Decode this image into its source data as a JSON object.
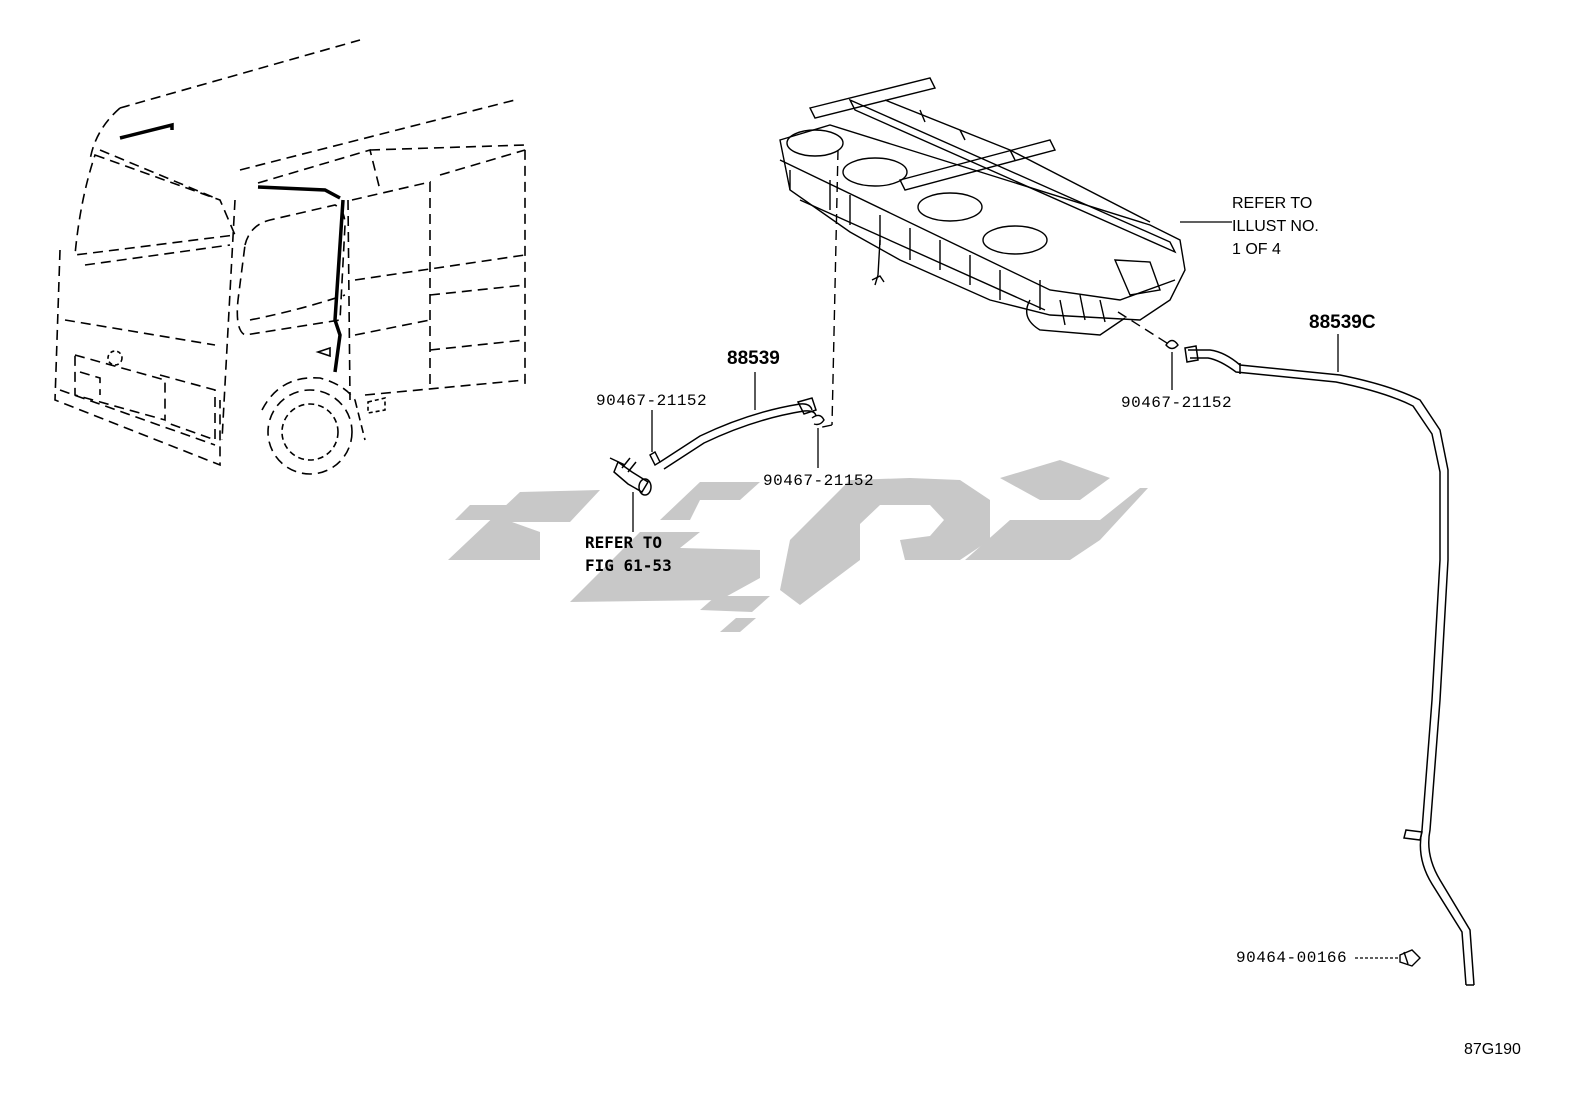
{
  "diagram": {
    "callouts": {
      "hose_main": "88539",
      "hose_long": "88539C",
      "clip_left": "90467-21152",
      "clip_mid": "90467-21152",
      "clip_right": "90467-21152",
      "clamp_bottom": "90464-00166"
    },
    "refer_tank": [
      "REFER TO",
      "ILLUST NO.",
      "1 OF 4"
    ],
    "refer_fig": [
      "REFER TO",
      "FIG 61-53"
    ],
    "illustration_code": "87G190"
  },
  "colors": {
    "line": "#000000",
    "watermark": "#c8c8c8"
  }
}
